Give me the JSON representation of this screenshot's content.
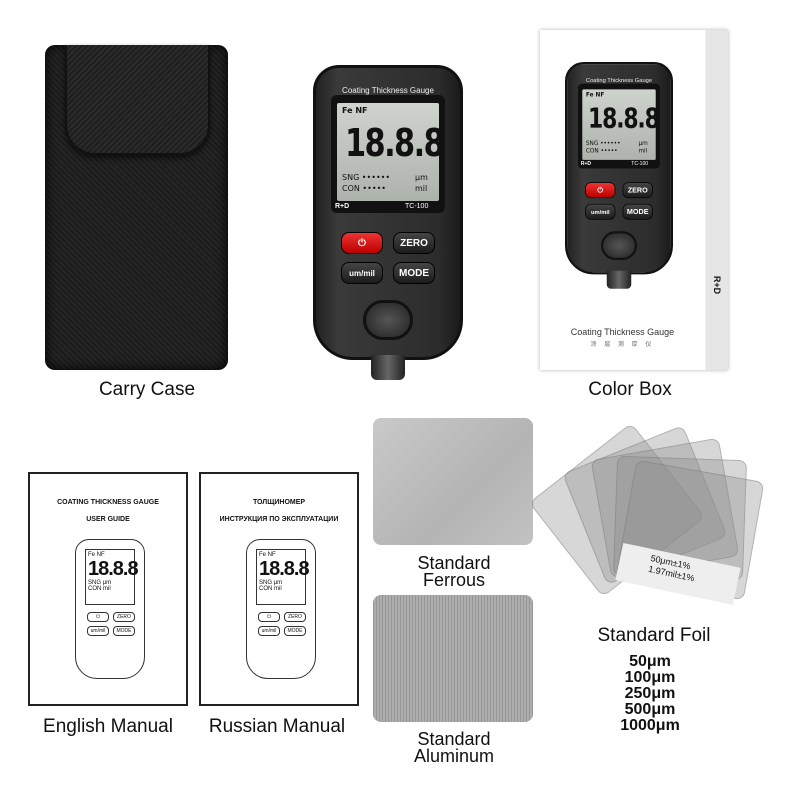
{
  "carry_case": {
    "label": "Carry Case"
  },
  "gauge": {
    "title": "Coating Thickness Gauge",
    "lcd_mode": "Fe NF",
    "reading": "18.8.8",
    "sng": "SNG ••••••",
    "con": "CON •••••",
    "unit1": "μm",
    "unit2": "mil",
    "brand": "R+D",
    "model": "TC-100",
    "buttons": {
      "power": "⏻",
      "zero": "ZERO",
      "unit": "um/mil",
      "mode": "MODE"
    }
  },
  "color_box": {
    "label": "Color Box",
    "title": "Coating Thickness Gauge",
    "subtitle": "涂 层 测 厚 仪",
    "side_logo": "R+D"
  },
  "english_manual": {
    "label": "English Manual",
    "line1": "COATING THICKNESS GAUGE",
    "line2": "USER GUIDE"
  },
  "russian_manual": {
    "label": "Russian Manual",
    "line1": "ТОЛЩИНОМЕР",
    "line2": "ИНСТРУКЦИЯ ПО ЭКСПЛУАТАЦИИ"
  },
  "manual_gauge": {
    "lcd_mode": "Fe NF",
    "reading": "18.8.8",
    "sng": "SNG",
    "con": "CON",
    "unit1": "μm",
    "unit2": "mil",
    "power": "⏻",
    "zero": "ZERO",
    "unit": "um/mil",
    "mode": "MODE"
  },
  "ferrous": {
    "line1": "Standard",
    "line2": "Ferrous"
  },
  "aluminum": {
    "line1": "Standard",
    "line2": "Aluminum"
  },
  "foil": {
    "label": "Standard Foil",
    "tag1": "50μm±1%",
    "tag2": "1.97mil±1%",
    "sizes": [
      "50μm",
      "100μm",
      "250μm",
      "500μm",
      "1000μm"
    ]
  }
}
